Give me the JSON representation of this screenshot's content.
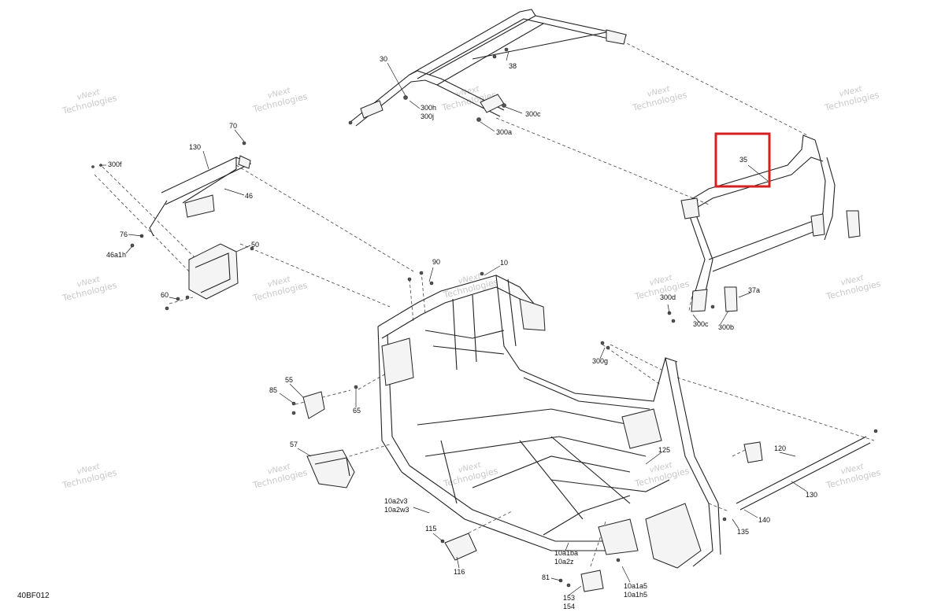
{
  "document_id": "40BF012",
  "watermark": {
    "line1": "vNext",
    "line2": "Technologies",
    "text": "vNext Technologies"
  },
  "highlight": {
    "label": "35",
    "color": "#d42020"
  },
  "callouts": [
    {
      "id": "c30",
      "text": "30"
    },
    {
      "id": "c38",
      "text": "38"
    },
    {
      "id": "c300h",
      "text": "300h"
    },
    {
      "id": "c300j",
      "text": "300j"
    },
    {
      "id": "c300c_top",
      "text": "300c"
    },
    {
      "id": "c300a",
      "text": "300a"
    },
    {
      "id": "c70",
      "text": "70"
    },
    {
      "id": "c130_top",
      "text": "130"
    },
    {
      "id": "c300f",
      "text": "300f"
    },
    {
      "id": "c46",
      "text": "46"
    },
    {
      "id": "c76",
      "text": "76"
    },
    {
      "id": "c46a1h",
      "text": "46a1h"
    },
    {
      "id": "c50",
      "text": "50"
    },
    {
      "id": "c60",
      "text": "60"
    },
    {
      "id": "c90",
      "text": "90"
    },
    {
      "id": "c10",
      "text": "10"
    },
    {
      "id": "c35",
      "text": "35"
    },
    {
      "id": "c300d",
      "text": "300d"
    },
    {
      "id": "c37a",
      "text": "37a"
    },
    {
      "id": "c300c_right",
      "text": "300c"
    },
    {
      "id": "c300b",
      "text": "300b"
    },
    {
      "id": "c300g",
      "text": "300g"
    },
    {
      "id": "c55",
      "text": "55"
    },
    {
      "id": "c85",
      "text": "85"
    },
    {
      "id": "c65",
      "text": "65"
    },
    {
      "id": "c57",
      "text": "57"
    },
    {
      "id": "c125",
      "text": "125"
    },
    {
      "id": "c120",
      "text": "120"
    },
    {
      "id": "c130_right",
      "text": "130"
    },
    {
      "id": "c140",
      "text": "140"
    },
    {
      "id": "c135",
      "text": "135"
    },
    {
      "id": "c10a2v3",
      "text": "10a2v3"
    },
    {
      "id": "c10a2w3",
      "text": "10a2w3"
    },
    {
      "id": "c115",
      "text": "115"
    },
    {
      "id": "c116",
      "text": "116"
    },
    {
      "id": "c10a1ba",
      "text": "10a1ba"
    },
    {
      "id": "c10a2z",
      "text": "10a2z"
    },
    {
      "id": "c81",
      "text": "81"
    },
    {
      "id": "c153",
      "text": "153"
    },
    {
      "id": "c154",
      "text": "154"
    },
    {
      "id": "c10a1a5",
      "text": "10a1a5"
    },
    {
      "id": "c10a1h5",
      "text": "10a1h5"
    }
  ]
}
